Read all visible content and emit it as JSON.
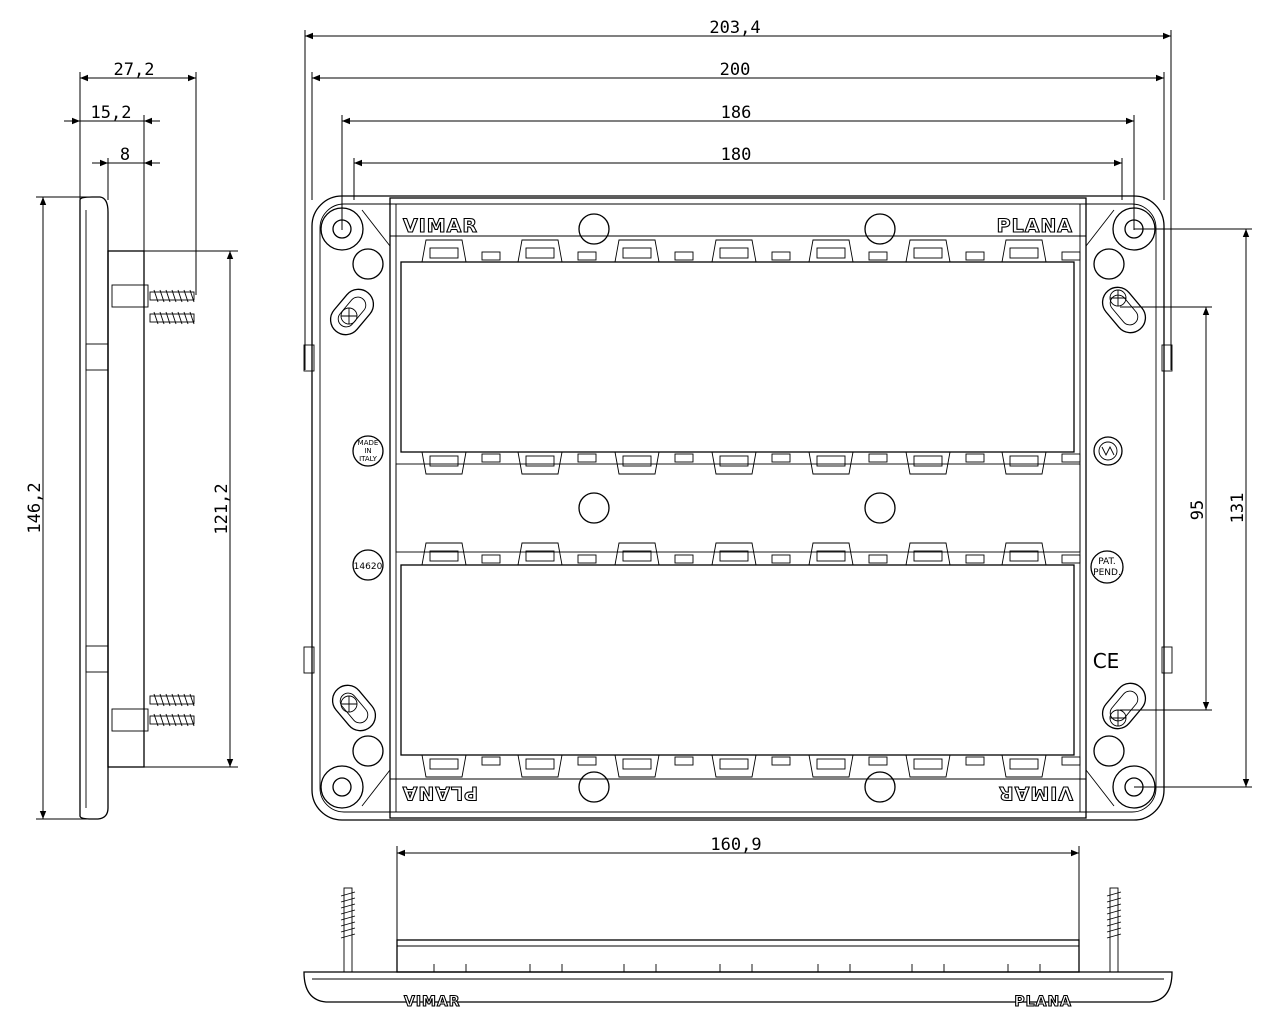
{
  "dimensions": {
    "overall_width": "203,4",
    "width": "200",
    "mount_span": "186",
    "inner_span": "180",
    "bottom_span": "160,9",
    "side_depth_total": "27,2",
    "side_depth_mid": "15,2",
    "side_depth_plate": "8",
    "side_height": "146,2",
    "side_inner_height": "121,2",
    "hole_spacing_v": "95",
    "plate_height": "131"
  },
  "markings": {
    "brand_top_left": "VIMAR",
    "brand_top_right": "PLANA",
    "brand_bottom_left": "PLANA",
    "brand_bottom_right": "VIMAR",
    "made_in_line1": "MADE",
    "made_in_line2": "IN",
    "made_in_line3": "ITALY",
    "part_number": "14620",
    "pat_line1": "PAT.",
    "pat_line2": "PEND.",
    "ce_mark": "CE",
    "bottom_view_text_left": "VIMAR",
    "bottom_view_text_right": "PLANA"
  }
}
